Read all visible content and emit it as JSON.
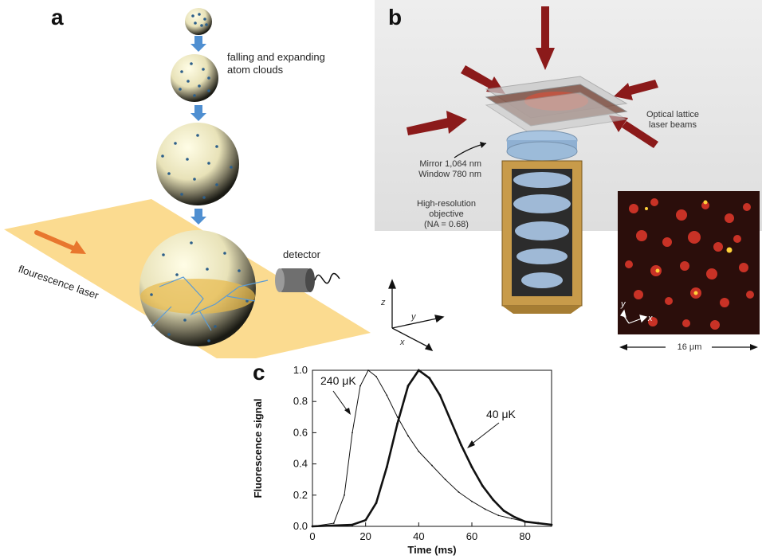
{
  "panel_a": {
    "letter": "a",
    "cloud_label_line1": "falling and expanding",
    "cloud_label_line2": "atom clouds",
    "detector_label": "detector",
    "laser_label": "flourescence laser"
  },
  "panel_b": {
    "letter": "b",
    "lattice_label_line1": "Optical lattice",
    "lattice_label_line2": "laser beams",
    "mirror_label_line1": "Mirror 1,064 nm",
    "mirror_label_line2": "Window 780 nm",
    "objective_label_line1": "High-resolution",
    "objective_label_line2": "objective",
    "objective_label_line3": "(NA = 0.68)",
    "axis_z": "z",
    "axis_y": "y",
    "axis_x": "x",
    "inset_axis_y": "y",
    "inset_axis_x": "x",
    "scale_label": "16 μm"
  },
  "panel_c": {
    "letter": "c",
    "ylabel": "Fluorescence signal",
    "xlabel": "Time (ms)",
    "annotation_hot": "240  μK",
    "annotation_cold": "40  μK",
    "y_ticks": [
      "0.0",
      "0.2",
      "0.4",
      "0.6",
      "0.8",
      "1.0"
    ],
    "x_ticks": [
      "0",
      "20",
      "40",
      "60",
      "80"
    ]
  },
  "colors": {
    "sheet": "#fbd98a",
    "laser_arrow": "#e8772e",
    "flow_arrow": "#4f8fd1",
    "beam_arrow": "#8b1a1a",
    "objective_body": "#c89b4a",
    "lens": "#9fb9d6"
  },
  "chart_data": {
    "type": "line",
    "xlabel": "Time (ms)",
    "ylabel": "Fluorescence signal",
    "xlim": [
      0,
      90
    ],
    "ylim": [
      0,
      1.0
    ],
    "series": [
      {
        "name": "240  μK",
        "x": [
          0,
          8,
          12,
          15,
          18,
          21,
          24,
          28,
          32,
          36,
          40,
          45,
          50,
          55,
          60,
          65,
          70,
          75,
          80,
          85,
          90
        ],
        "y": [
          0.0,
          0.02,
          0.2,
          0.6,
          0.9,
          1.0,
          0.96,
          0.84,
          0.7,
          0.58,
          0.48,
          0.39,
          0.3,
          0.22,
          0.16,
          0.11,
          0.07,
          0.05,
          0.03,
          0.02,
          0.01
        ]
      },
      {
        "name": "40  μK",
        "x": [
          0,
          15,
          20,
          24,
          28,
          32,
          36,
          40,
          44,
          48,
          52,
          56,
          60,
          64,
          68,
          72,
          76,
          80,
          85,
          90
        ],
        "y": [
          0.0,
          0.01,
          0.04,
          0.15,
          0.38,
          0.66,
          0.9,
          1.0,
          0.95,
          0.84,
          0.68,
          0.52,
          0.38,
          0.26,
          0.17,
          0.1,
          0.06,
          0.03,
          0.02,
          0.01
        ]
      }
    ]
  }
}
